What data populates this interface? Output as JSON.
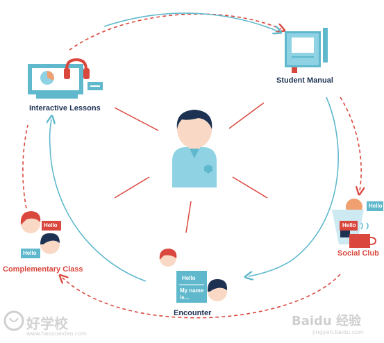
{
  "nodes": {
    "student_manual": {
      "label": "Student Manual"
    },
    "interactive_lessons": {
      "label": "Interactive Lessons"
    },
    "social_club": {
      "label": "Social Club",
      "bubble_left": "Hello",
      "bubble_right": "Hello"
    },
    "complementary_class": {
      "label": "Complementary Class",
      "bubble_top": "Hello",
      "bubble_bottom": "Hello"
    },
    "encounter": {
      "label": "Encounter",
      "bubble_top": "Hello",
      "bubble_bottom": "My name is..."
    }
  },
  "watermarks": {
    "left_logo": "好学校",
    "left_url": "www.haoxuexiao.com",
    "right_logo": "Baidu 经验",
    "right_url": "jingyan.baidu.com"
  },
  "colors": {
    "red": "#d9473d",
    "blue": "#5fb8cc",
    "navy": "#1d3152",
    "light_blue": "#8ed2e4",
    "skin": "#f9d9c6"
  }
}
